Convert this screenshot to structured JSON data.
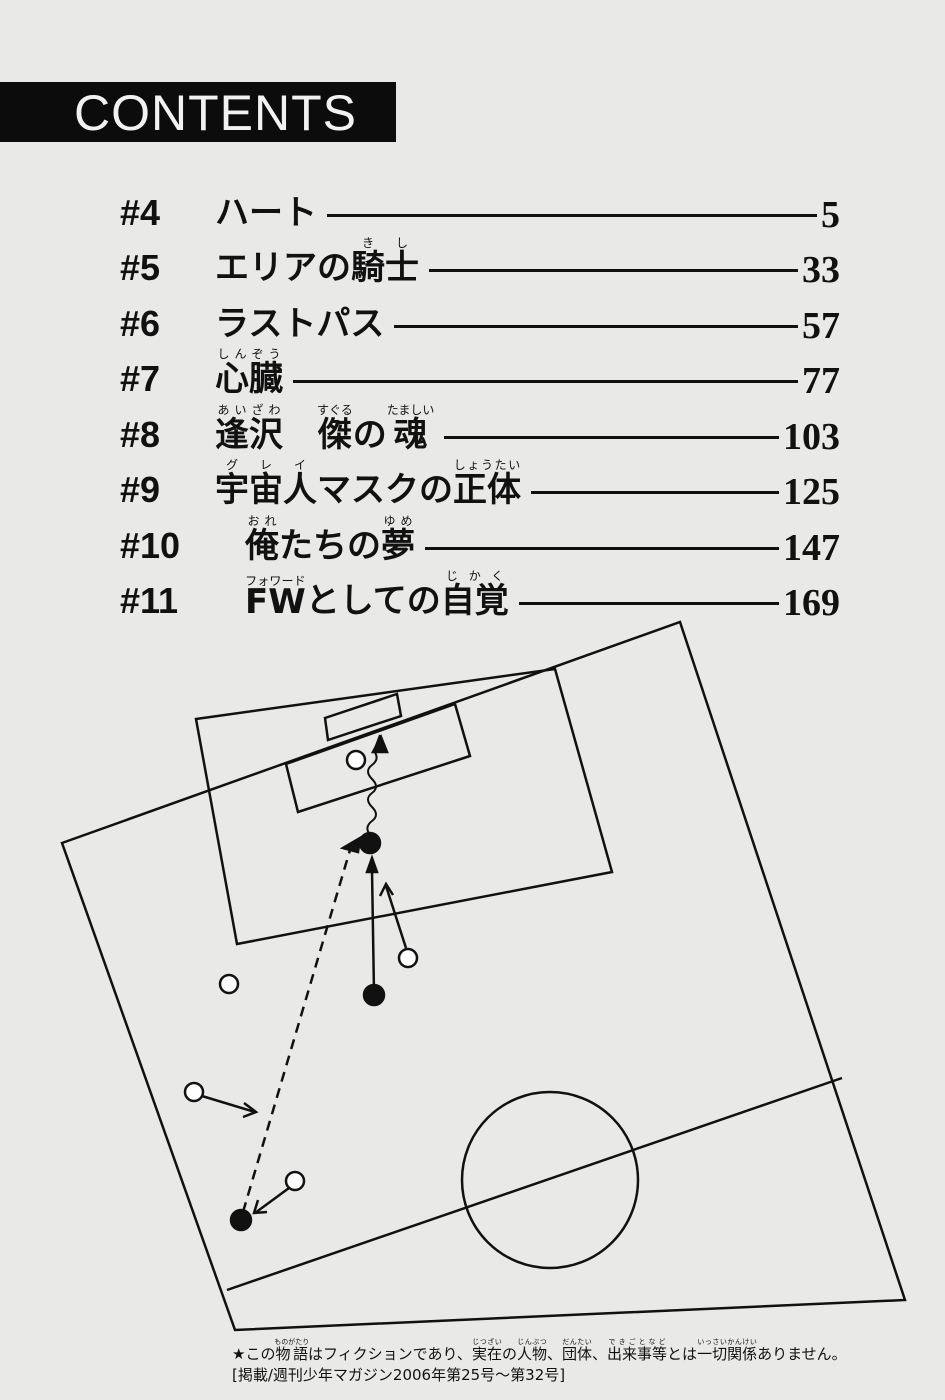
{
  "header": {
    "title": "CONTENTS"
  },
  "chapters": [
    {
      "num": "#4",
      "segs": [
        {
          "t": "ハート",
          "r": ""
        }
      ],
      "page": "5"
    },
    {
      "num": "#5",
      "segs": [
        {
          "t": "エリアの",
          "r": ""
        },
        {
          "t": "騎士",
          "r": "きし"
        }
      ],
      "page": "33"
    },
    {
      "num": "#6",
      "segs": [
        {
          "t": "ラストパス",
          "r": ""
        }
      ],
      "page": "57"
    },
    {
      "num": "#7",
      "segs": [
        {
          "t": "心臓",
          "r": "しんぞう"
        }
      ],
      "page": "77"
    },
    {
      "num": "#8",
      "segs": [
        {
          "t": "逢沢",
          "r": "あいざわ"
        },
        {
          "t": "　",
          "r": ""
        },
        {
          "t": "傑",
          "r": "すぐる"
        },
        {
          "t": "の",
          "r": ""
        },
        {
          "t": "魂",
          "r": "たましい"
        }
      ],
      "page": "103"
    },
    {
      "num": "#9",
      "segs": [
        {
          "t": "宇宙人",
          "r": "グレイ"
        },
        {
          "t": "マスクの",
          "r": ""
        },
        {
          "t": "正体",
          "r": "しょうたい"
        }
      ],
      "page": "125"
    },
    {
      "num": "#10",
      "segs": [
        {
          "t": "俺",
          "r": "おれ"
        },
        {
          "t": "たちの",
          "r": ""
        },
        {
          "t": "夢",
          "r": "ゆめ"
        }
      ],
      "page": "147"
    },
    {
      "num": "#11",
      "segs": [
        {
          "t": "FW",
          "r": "フォワード"
        },
        {
          "t": "としての",
          "r": ""
        },
        {
          "t": "自覚",
          "r": "じかく"
        }
      ],
      "page": "169"
    }
  ],
  "footer": {
    "star": "★",
    "segs": [
      {
        "t": "この",
        "r": ""
      },
      {
        "t": "物語",
        "r": "ものがたり"
      },
      {
        "t": "はフィクションであり、",
        "r": ""
      },
      {
        "t": "実在",
        "r": "じつざい"
      },
      {
        "t": "の",
        "r": ""
      },
      {
        "t": "人物",
        "r": "じんぶつ"
      },
      {
        "t": "、",
        "r": ""
      },
      {
        "t": "団体",
        "r": "だんたい"
      },
      {
        "t": "、",
        "r": ""
      },
      {
        "t": "出来事等",
        "r": "できごとなど"
      },
      {
        "t": "とは",
        "r": ""
      },
      {
        "t": "一切関係",
        "r": "いっさいかんけい"
      },
      {
        "t": "ありません。",
        "r": ""
      }
    ],
    "source": "[掲載/週刊少年マガジン2006年第25号〜第32号]"
  }
}
